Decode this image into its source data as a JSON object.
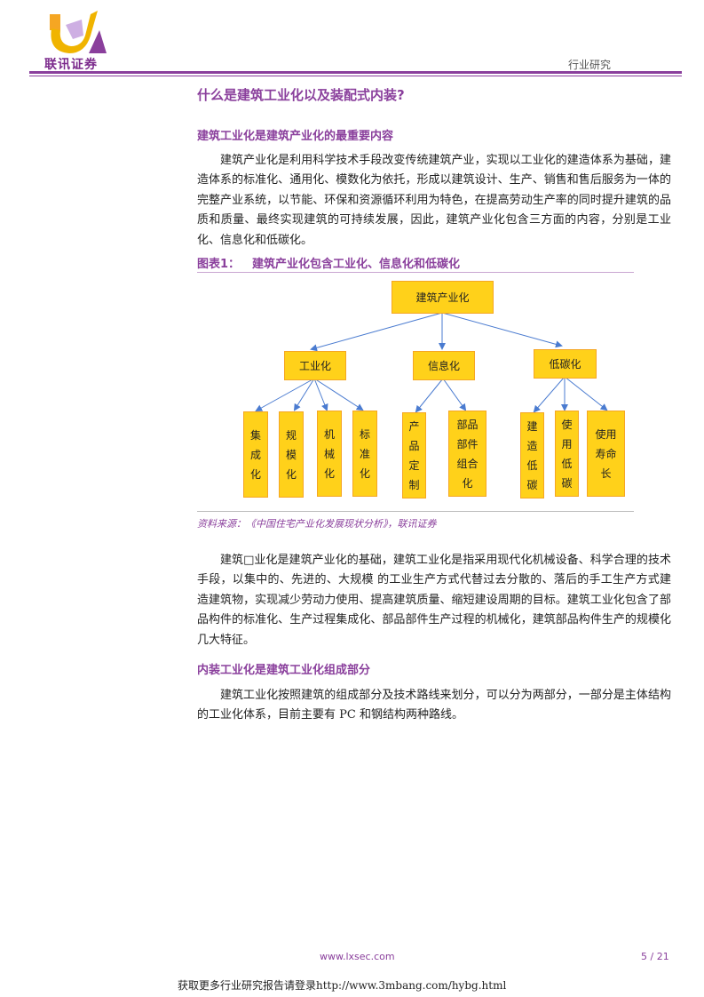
{
  "header": {
    "logo_text": "联讯证券",
    "section_label": "行业研究",
    "colors": {
      "brand_purple": "#8a3f9c",
      "logo_gold": "#f0b400"
    }
  },
  "main": {
    "title": "什么是建筑工业化以及装配式内装?",
    "section1": {
      "heading": "建筑工业化是建筑产业化的最重要内容",
      "paragraph": "建筑产业化是利用科学技术手段改变传统建筑产业，实现以工业化的建造体系为基础，建造体系的标准化、通用化、模数化为依托，形成以建筑设计、生产、销售和售后服务为一体的完整产业系统，以节能、环保和资源循环利用为特色，在提高劳动生产率的同时提升建筑的品质和质量、最终实现建筑的可持续发展，因此，建筑产业化包含三方面的内容，分别是工业化、信息化和低碳化。"
    },
    "figure": {
      "number": "图表1：",
      "title": "建筑产业化包含工业化、信息化和低碳化",
      "source": "资料来源：《中国住宅产业化发展现状分析》，联讯证券",
      "diagram": {
        "root": "建筑产业化",
        "branches": [
          {
            "label": "工业化",
            "children": [
              "集成化",
              "规模化",
              "机械化",
              "标准化"
            ]
          },
          {
            "label": "信息化",
            "children": [
              "产品定制",
              "部品部件组合化"
            ]
          },
          {
            "label": "低碳化",
            "children": [
              "建造低碳",
              "使用低碳",
              "使用寿命长"
            ]
          }
        ],
        "node_color": "#ffd11a",
        "node_border": "#f5a623",
        "arrow_color": "#4a7bd0"
      }
    },
    "section1_para2": "建筑□业化是建筑产业化的基础，建筑工业化是指采用现代化机械设备、科学合理的技术手段，以集中的、先进的、大规模 的工业生产方式代替过去分散的、落后的手工生产方式建造建筑物，实现减少劳动力使用、提高建筑质量、缩短建设周期的目标。建筑工业化包含了部品构件的标准化、生产过程集成化、部品部件生产过程的机械化，建筑部品构件生产的规模化几大特征。",
    "section2": {
      "heading": "内装工业化是建筑工业化组成部分",
      "paragraph": "建筑工业化按照建筑的组成部分及技术路线来划分，可以分为两部分，一部分是主体结构的工业化体系，目前主要有 PC 和钢结构两种路线。"
    }
  },
  "footer": {
    "url": "www.lxsec.com",
    "page": "5 / 21",
    "note": "获取更多行业研究报告请登录http://www.3mbang.com/hybg.html"
  }
}
